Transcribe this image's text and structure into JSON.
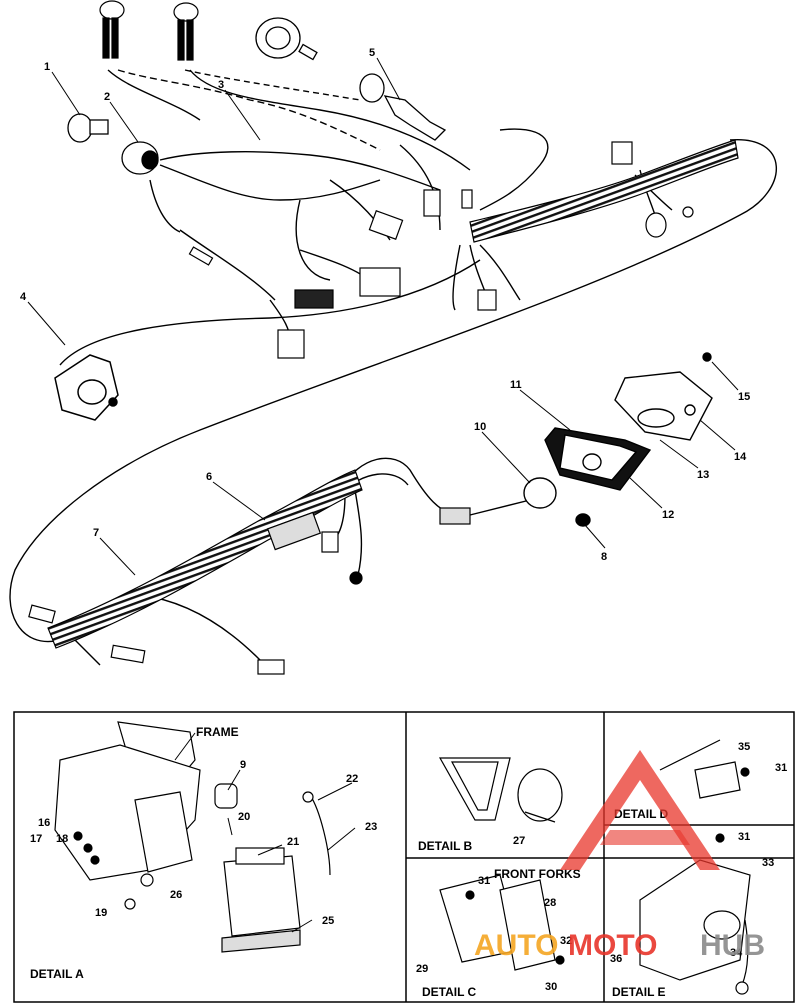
{
  "callouts": {
    "n1": "1",
    "n2": "2",
    "n3": "3",
    "n4": "4",
    "n5": "5",
    "n6": "6",
    "n7": "7",
    "n8": "8",
    "n9": "9",
    "n10": "10",
    "n11": "11",
    "n12": "12",
    "n13": "13",
    "n14": "14",
    "n15": "15",
    "n16": "16",
    "n17": "17",
    "n18": "18",
    "n19": "19",
    "n20": "20",
    "n21": "21",
    "n22": "22",
    "n23": "23",
    "n25": "25",
    "n26": "26",
    "n27": "27",
    "n28": "28",
    "n29": "29",
    "n30": "30",
    "n31": "31",
    "n32": "32",
    "n33": "33",
    "n34": "34",
    "n35": "35",
    "n36": "36"
  },
  "details": {
    "a": "DETAIL A",
    "b": "DETAIL B",
    "c": "DETAIL C",
    "d": "DETAIL D",
    "e": "DETAIL E",
    "frame": "FRAME",
    "front_forks": "FRONT FORKS"
  },
  "watermark": {
    "part1": "AUTO",
    "part2": "MOTO",
    "part3": "HUB",
    "color_red": "#e8352b",
    "color_orange": "#f5a623",
    "color_gray": "#8a8a8a"
  }
}
